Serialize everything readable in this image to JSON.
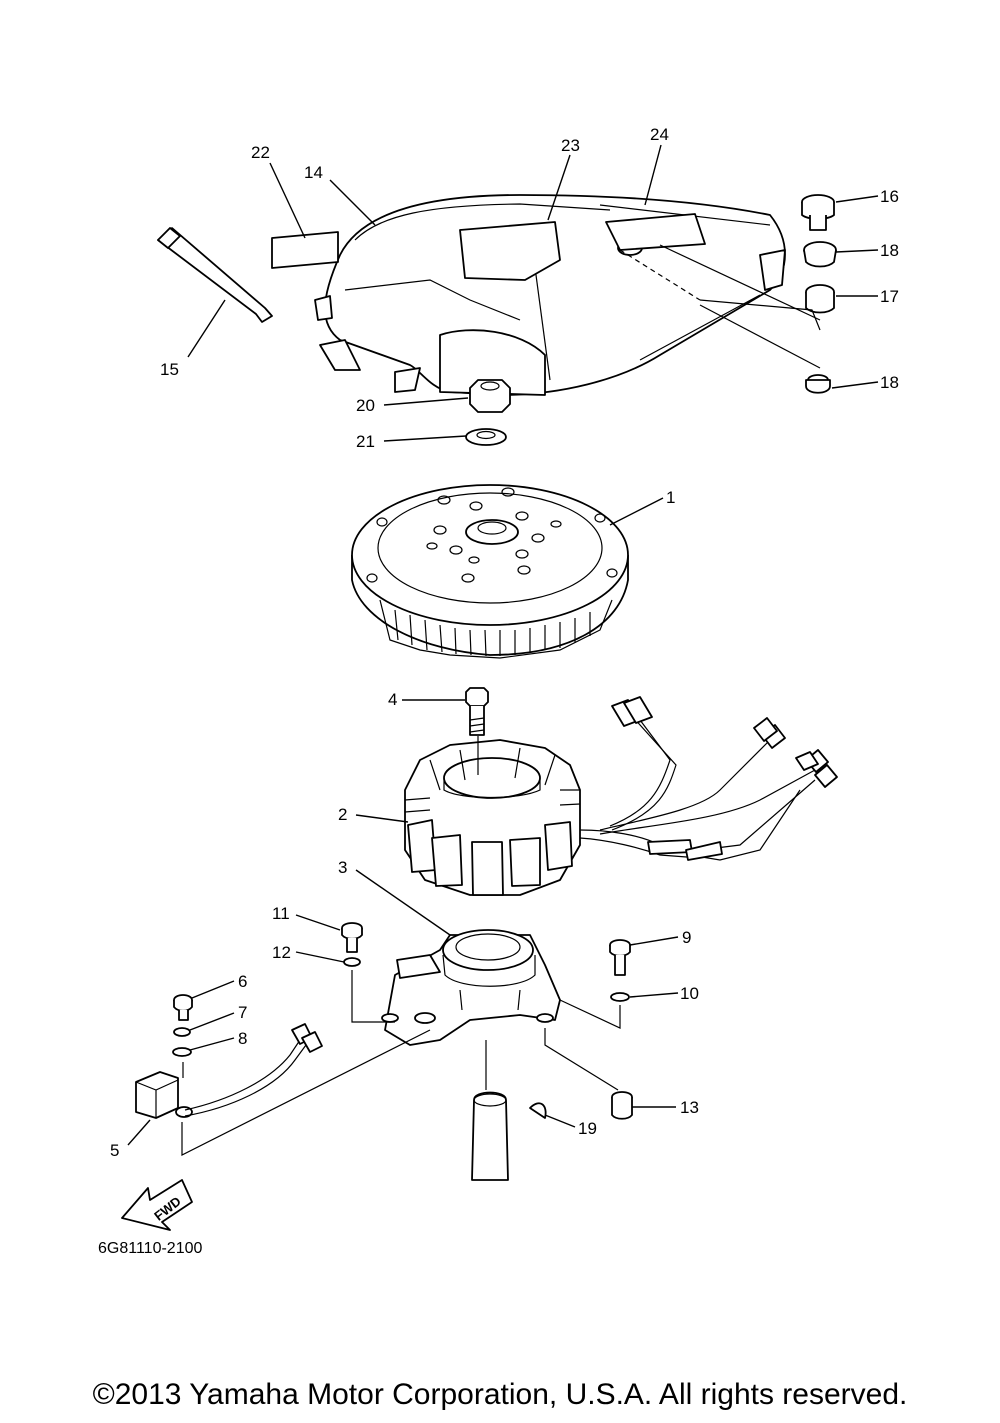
{
  "diagram": {
    "drawing_code": "6G81110-2100",
    "copyright": "©2013 Yamaha Motor Corporation, U.S.A. All rights reserved.",
    "fwd_label": "FWD",
    "callouts": {
      "c1": "1",
      "c2": "2",
      "c3": "3",
      "c4": "4",
      "c5": "5",
      "c6": "6",
      "c7": "7",
      "c8": "8",
      "c9": "9",
      "c10": "10",
      "c11": "11",
      "c12": "12",
      "c13": "13",
      "c14": "14",
      "c15": "15",
      "c16": "16",
      "c17": "17",
      "c18a": "18",
      "c18b": "18",
      "c19": "19",
      "c20": "20",
      "c21": "21",
      "c22": "22",
      "c23": "23",
      "c24": "24"
    }
  }
}
